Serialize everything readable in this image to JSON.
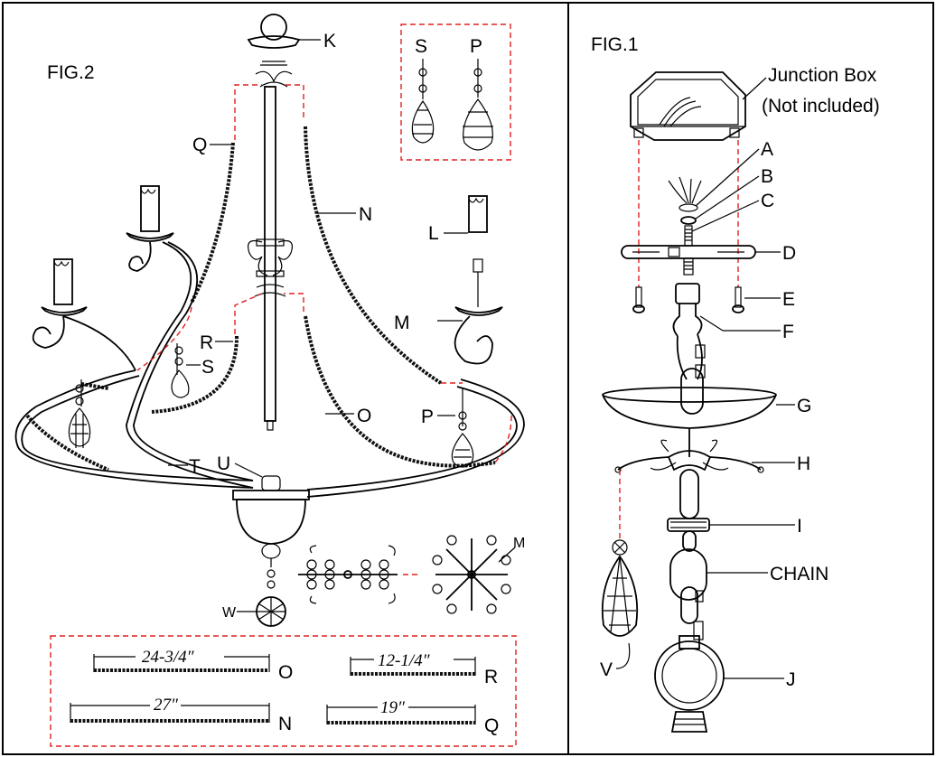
{
  "fig2": {
    "title": "FIG.2",
    "labels": {
      "K": "K",
      "Q": "Q",
      "N": "N",
      "L": "L",
      "M": "M",
      "R": "R",
      "S": "S",
      "O": "O",
      "P": "P",
      "T": "T",
      "U": "U",
      "W": "W",
      "M2": "M"
    },
    "inset": {
      "S": "S",
      "P": "P"
    },
    "dimensions": [
      {
        "length": "24-3/4″",
        "part": "O"
      },
      {
        "length": "12-1/4″",
        "part": "R"
      },
      {
        "length": "27″",
        "part": "N"
      },
      {
        "length": "19″",
        "part": "Q"
      }
    ]
  },
  "fig1": {
    "title": "FIG.1",
    "junction_box_line1": "Junction Box",
    "junction_box_line2": "(Not included)",
    "labels": {
      "A": "A",
      "B": "B",
      "C": "C",
      "D": "D",
      "E": "E",
      "F": "F",
      "G": "G",
      "H": "H",
      "I": "I",
      "CHAIN": "CHAIN",
      "J": "J",
      "V": "V"
    }
  }
}
